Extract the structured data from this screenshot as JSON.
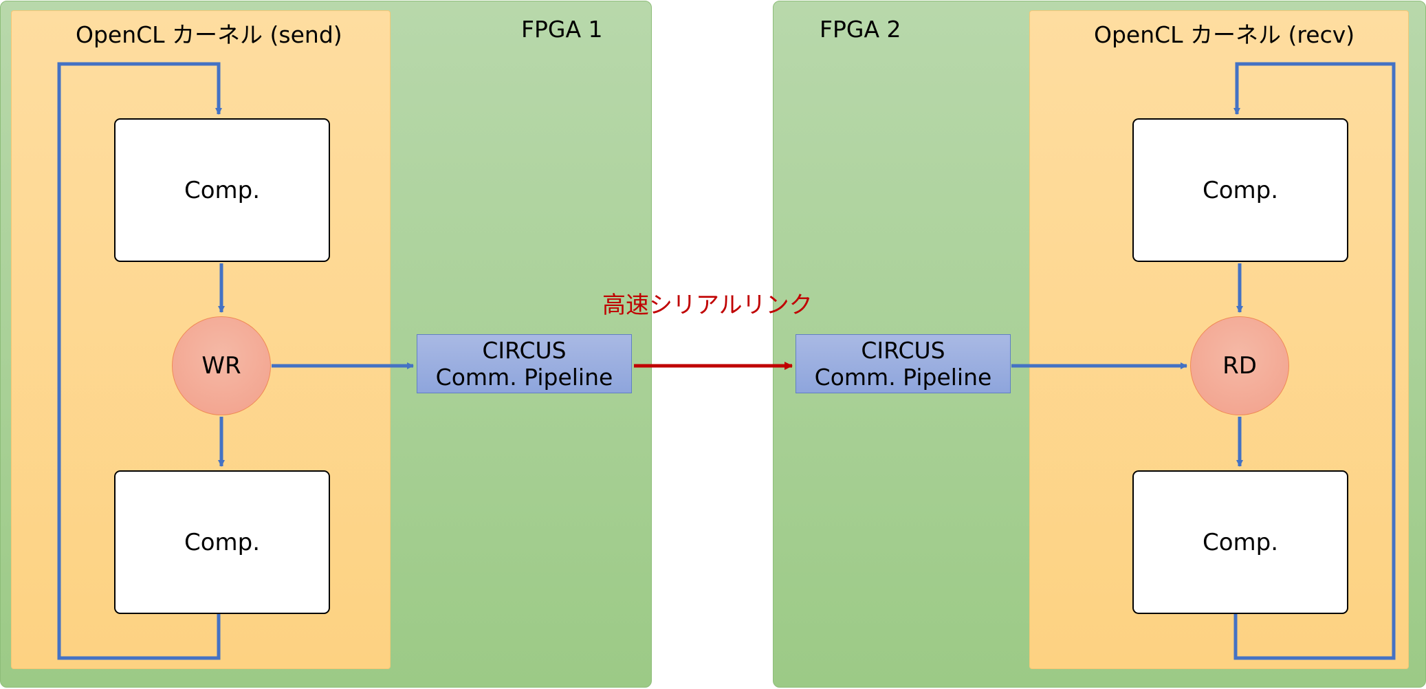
{
  "fpga1": {
    "title": "FPGA 1",
    "kernel": {
      "title": "OpenCL カーネル (send)",
      "top_box": "Comp.",
      "node": "WR",
      "bottom_box": "Comp."
    },
    "pipeline": {
      "line1": "CIRCUS",
      "line2": "Comm. Pipeline"
    }
  },
  "fpga2": {
    "title": "FPGA 2",
    "kernel": {
      "title": "OpenCL カーネル (recv)",
      "top_box": "Comp.",
      "node": "RD",
      "bottom_box": "Comp."
    },
    "pipeline": {
      "line1": "CIRCUS",
      "line2": "Comm. Pipeline"
    }
  },
  "link": {
    "label": "高速シリアルリンク"
  },
  "colors": {
    "flow_arrow": "#4472c4",
    "link_arrow": "#c00000",
    "fpga_fill": "#a9d18e",
    "kernel_fill": "#fdd995",
    "node_fill": "#f4b0a0",
    "pipeline_fill": "#9eb2e0"
  }
}
